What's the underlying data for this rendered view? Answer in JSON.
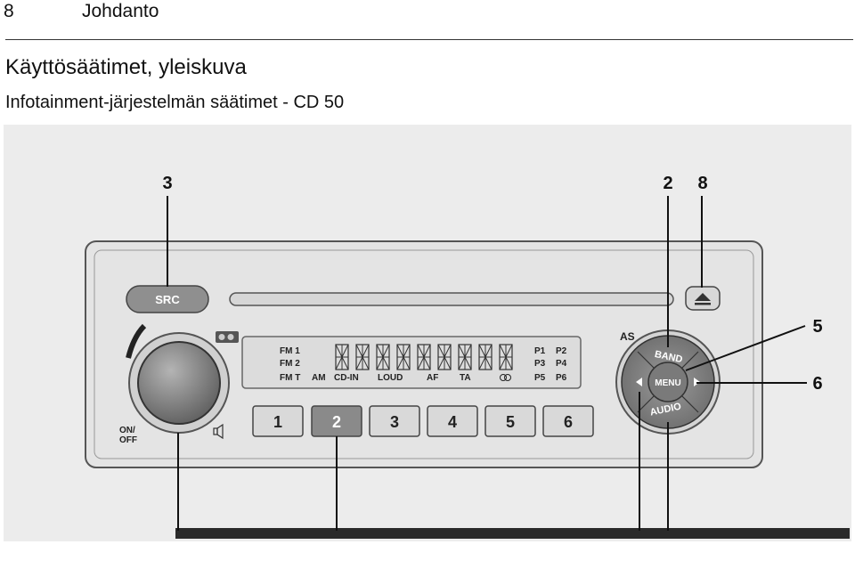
{
  "header": {
    "page_number": "8",
    "section": "Johdanto"
  },
  "title": "Käyttösäätimet, yleiskuva",
  "subtitle": "Infotainment-järjestelmän säätimet - CD 50",
  "figure": {
    "callouts": {
      "c3": "3",
      "c2": "2",
      "c8": "8",
      "c5": "5",
      "c6": "6"
    },
    "src_label": "SRC",
    "as_label": "AS",
    "on_off": [
      "ON/",
      "OFF"
    ],
    "display": {
      "row1": [
        "FM 1",
        "P1",
        "P2"
      ],
      "row2": [
        "FM 2",
        "P3",
        "P4"
      ],
      "row3": [
        "FM T",
        "AM",
        "CD-IN",
        "LOUD",
        "AF",
        "TA",
        "P5",
        "P6"
      ]
    },
    "presets": [
      "1",
      "2",
      "3",
      "4",
      "5",
      "6"
    ],
    "knob": {
      "band": "BAND",
      "menu": "MENU",
      "audio": "AUDIO"
    }
  },
  "colors": {
    "faceplate": "#e2e2e2",
    "bezel": "#c8c8c8",
    "button": "#d9d9d9",
    "pressed": "#8a8a8a",
    "knob": "#8c8c8c",
    "rule": "#333333"
  }
}
